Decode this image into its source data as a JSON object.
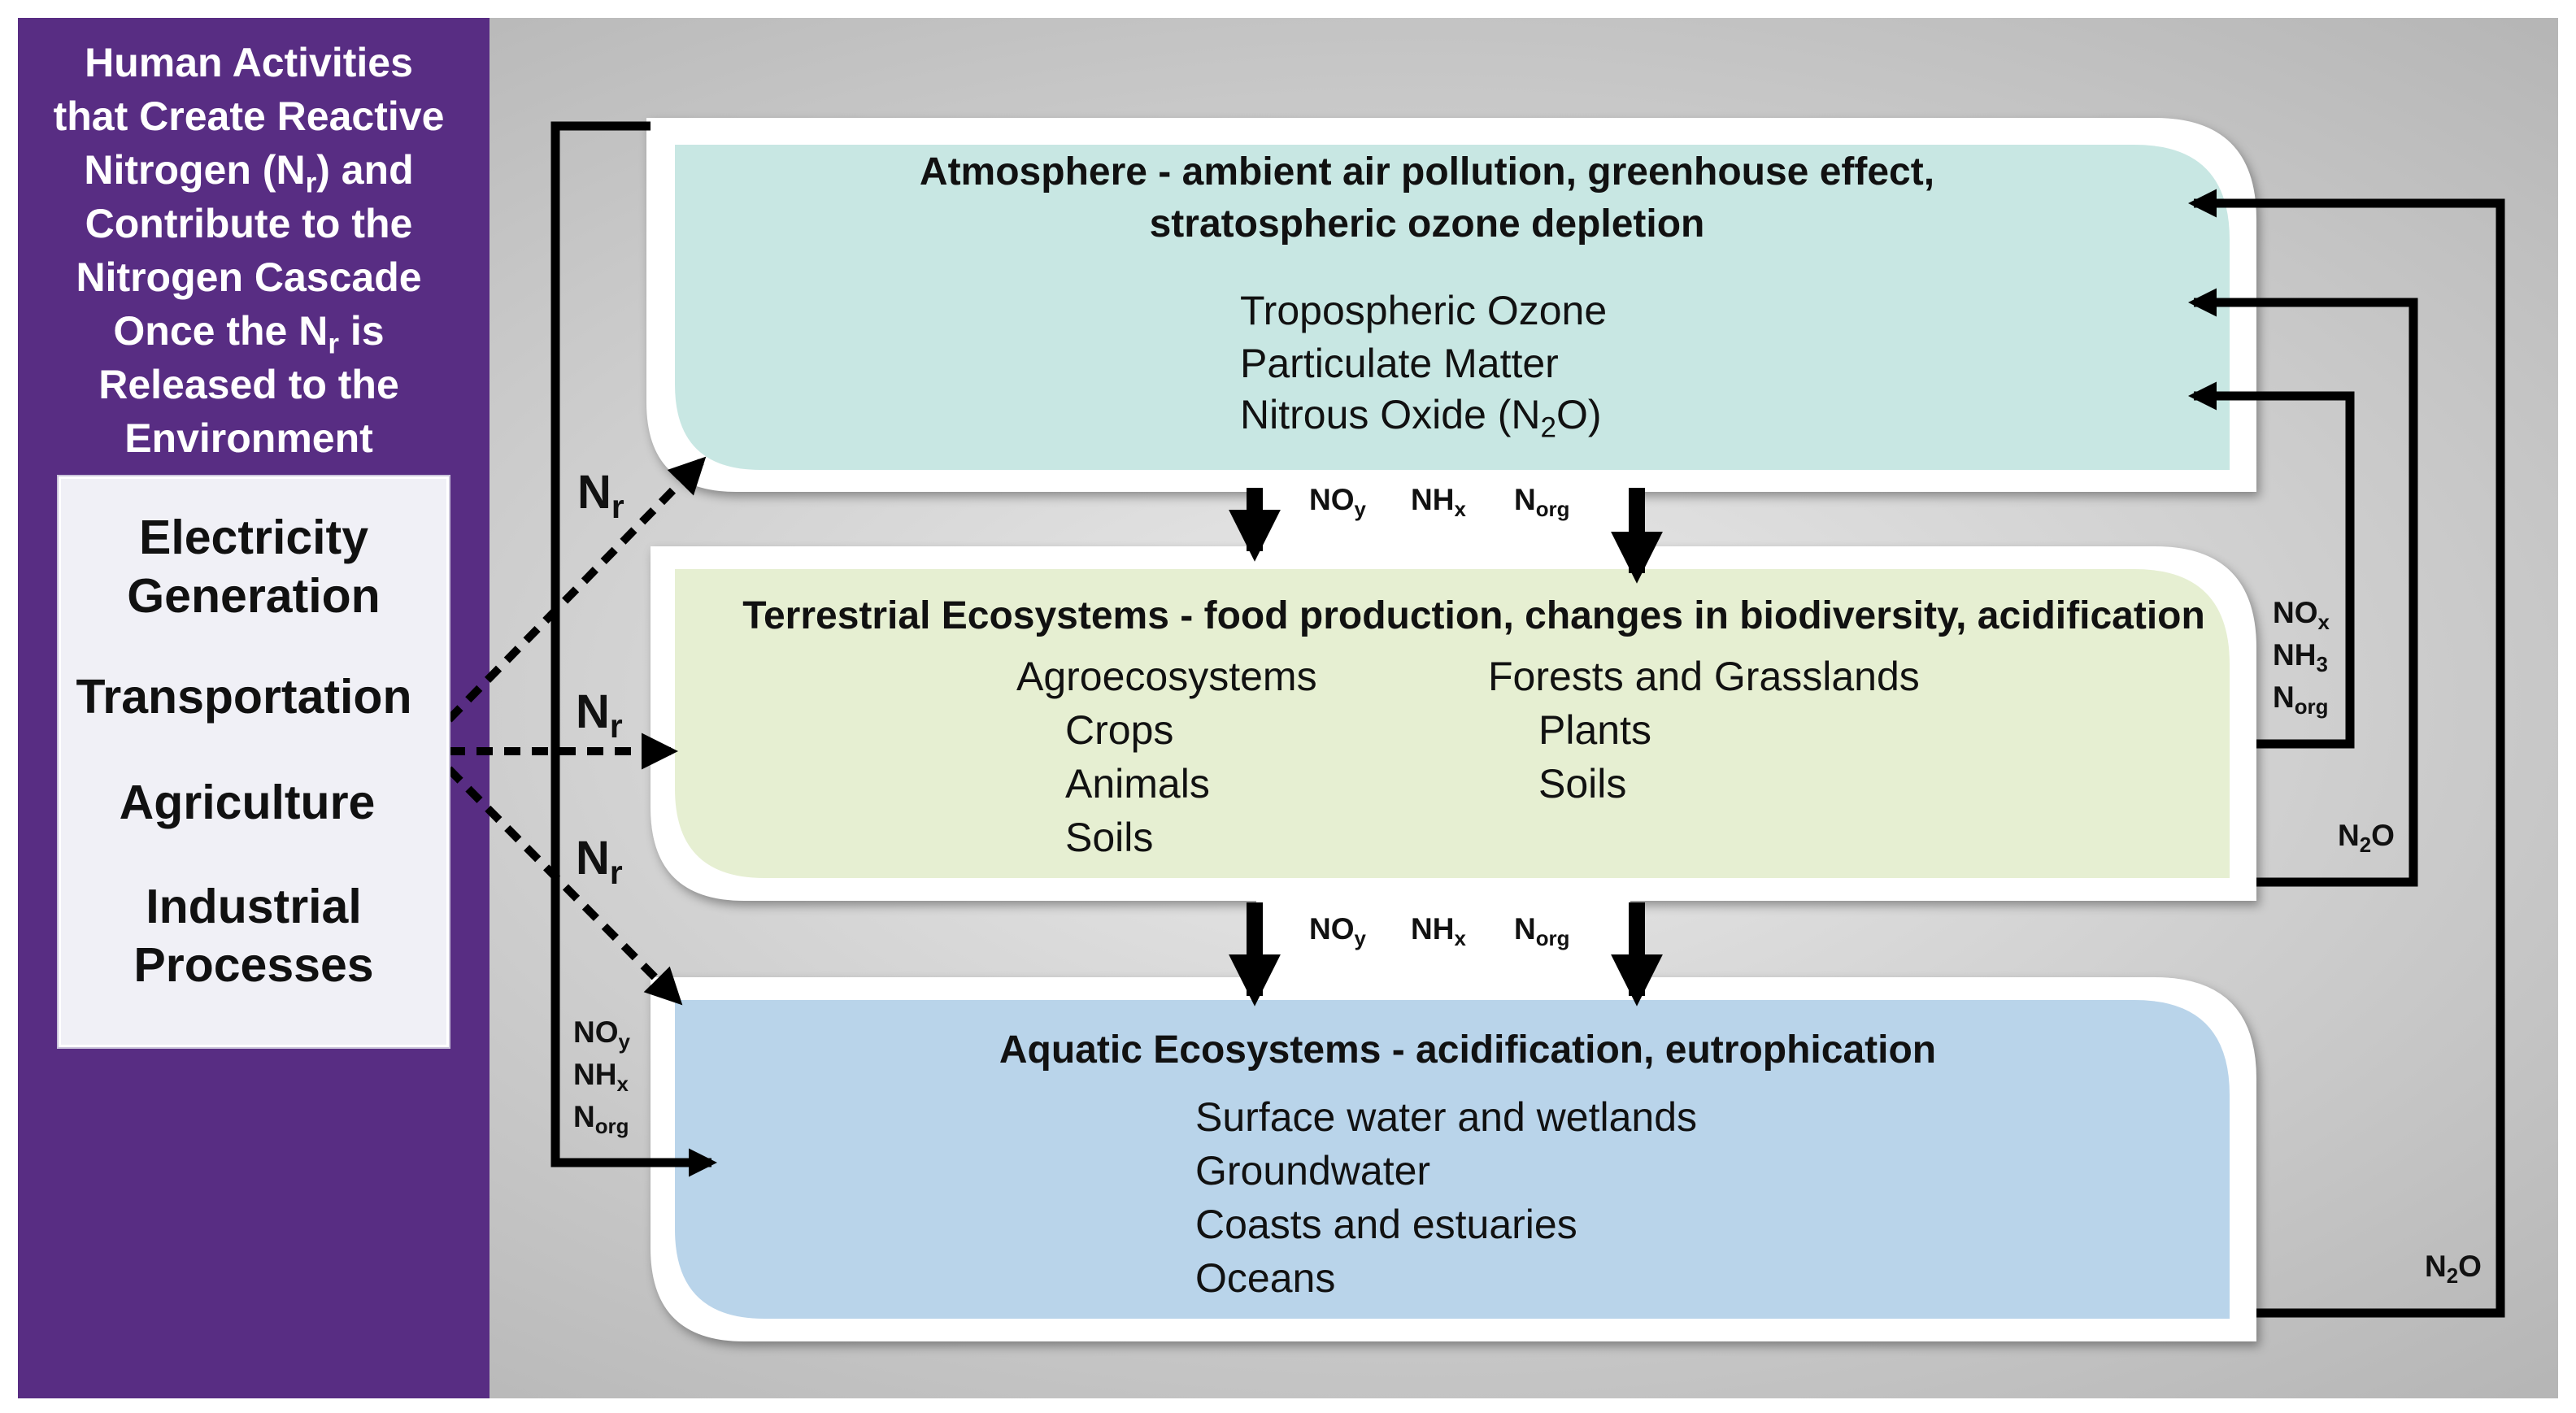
{
  "sidebar": {
    "title_lines": [
      "Human Activities",
      "that Create Reactive",
      "Nitrogen (N",
      "r",
      ") and",
      "Contribute to the",
      "Nitrogen Cascade",
      "Once the N",
      "r",
      " is",
      "Released to the",
      "Environment"
    ],
    "activities": {
      "electricity_1": "Electricity",
      "electricity_2": "Generation",
      "transportation": "Transportation",
      "agriculture": "Agriculture",
      "industrial_1": "Industrial",
      "industrial_2": "Processes"
    }
  },
  "atmosphere": {
    "title_line1": "Atmosphere - ambient air pollution, greenhouse effect,",
    "title_line2": "stratospheric ozone depletion",
    "items": [
      "Tropospheric Ozone",
      "Particulate Matter",
      "Nitrous Oxide (N",
      "2",
      "O)"
    ]
  },
  "terrestrial": {
    "title": "Terrestrial Ecosystems - food production, changes in biodiversity, acidification",
    "agro": "Agroecosystems",
    "agro_items": [
      "Crops",
      "Animals",
      "Soils"
    ],
    "forest": "Forests and Grasslands",
    "forest_items": [
      "Plants",
      "Soils"
    ]
  },
  "aquatic": {
    "title": "Aquatic Ecosystems - acidification, eutrophication",
    "items": [
      "Surface water and wetlands",
      "Groundwater",
      "Coasts and estuaries",
      "Oceans"
    ]
  },
  "flows": {
    "no": "NO",
    "y": "y",
    "nh": "NH",
    "x": "x",
    "n": "N",
    "org": "org",
    "nh3": "3",
    "n2o_a": "N",
    "n2o_b": "2",
    "n2o_c": "O",
    "nr_n": "N",
    "nr_r": "r"
  },
  "colors": {
    "sidebar": "#582d83",
    "background_gray": "#c4c4c4",
    "atmosphere": "#c8e7e3",
    "terrestrial": "#e6efd2",
    "aquatic": "#b9d4ea"
  }
}
